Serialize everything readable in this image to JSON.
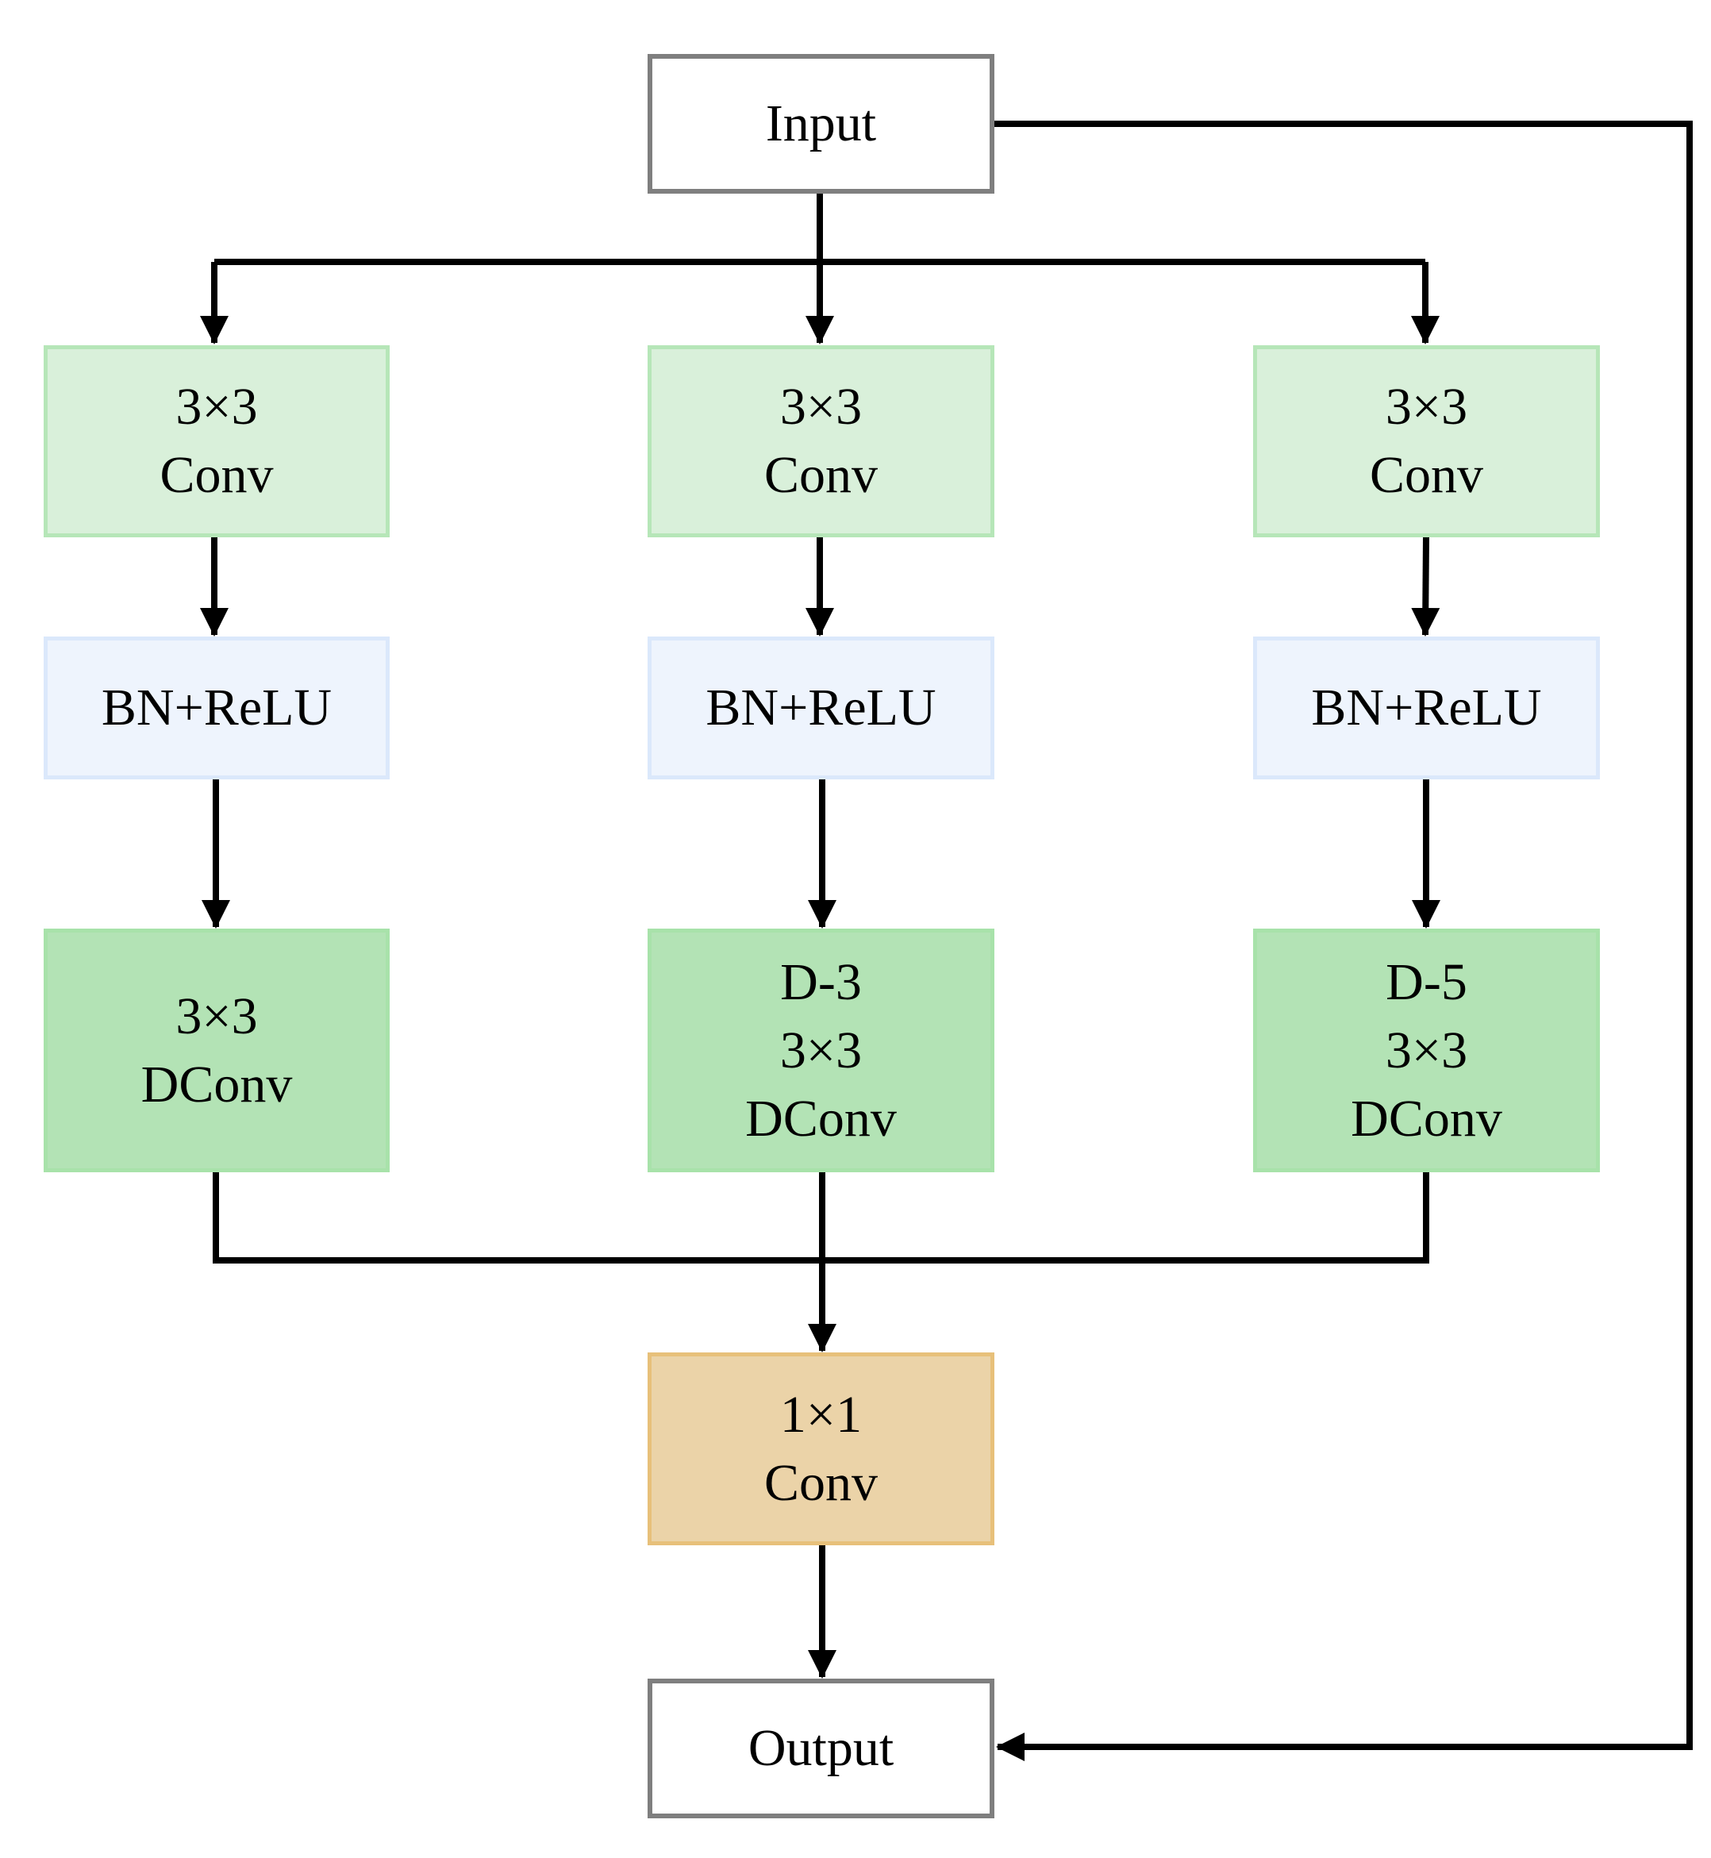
{
  "diagram": {
    "input": "Input",
    "output": "Output",
    "branches": [
      {
        "conv": [
          "3×3",
          "Conv"
        ],
        "bn": "BN+ReLU",
        "dconv": [
          "3×3",
          "DConv"
        ]
      },
      {
        "conv": [
          "3×3",
          "Conv"
        ],
        "bn": "BN+ReLU",
        "dconv": [
          "D-3",
          "3×3",
          "DConv"
        ]
      },
      {
        "conv": [
          "3×3",
          "Conv"
        ],
        "bn": "BN+ReLU",
        "dconv": [
          "D-5",
          "3×3",
          "DConv"
        ]
      }
    ],
    "fuse": [
      "1×1",
      "Conv"
    ]
  },
  "colors": {
    "io_border": "#7f7f7f",
    "conv_fill": "#d9f0da",
    "bn_fill": "#eef4fd",
    "dconv_fill": "#b3e3b5",
    "fuse_fill": "#ebd3a8",
    "arrow": "#000000"
  }
}
